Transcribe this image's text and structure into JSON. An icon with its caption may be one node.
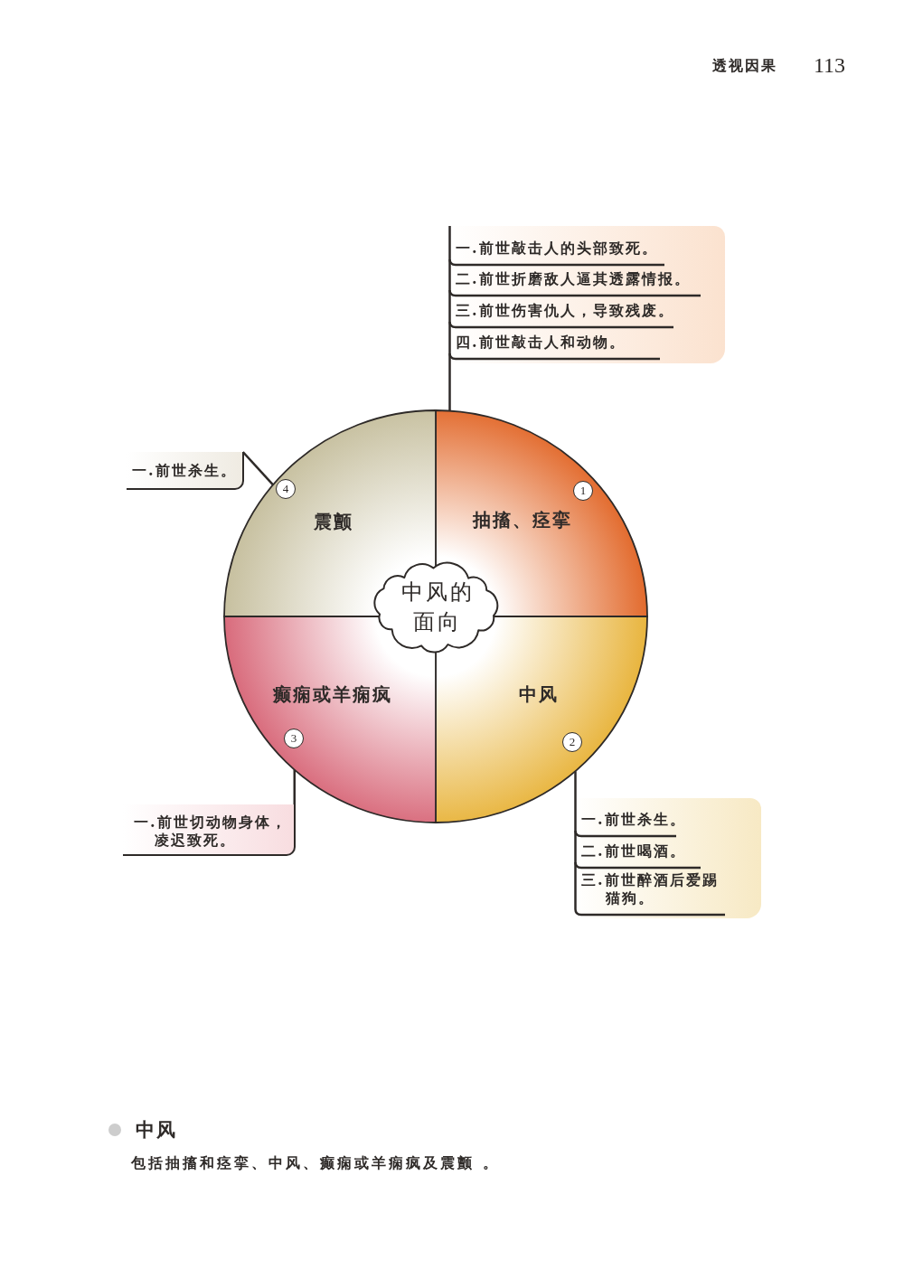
{
  "diagram": {
    "nodes": [
      {
        "text": [
          "中风的面向"
        ]
      },
      {
        "text": [
          "抽搐、痉挛"
        ]
      },
      {
        "text": [
          "1"
        ],
        "in": 1
      },
      {
        "text": [
          "中风"
        ]
      },
      {
        "text": [
          "2"
        ],
        "in": 3
      },
      {
        "text": [
          "癫痫或羊痫疯"
        ]
      },
      {
        "text": [
          "3"
        ],
        "in": 5
      },
      {
        "text": [
          "震颤"
        ]
      },
      {
        "text": [
          "4"
        ],
        "in": 7
      },
      {
        "text": [
          "一.前世敲击人的头部致死。",
          "二.前世折磨敌人逼其透露情报。",
          "三.前世伤害仇人，导致残废。",
          "四.前世敲击人和动物。"
        ]
      },
      {
        "text": [
          "一.前世杀生。",
          "二.前世喝酒。",
          "三.前世醉酒后爱踢猫狗。"
        ]
      },
      {
        "text": [
          "一.前世切动物身体，凌迟致死。"
        ]
      },
      {
        "text": [
          "一.前世杀生。"
        ]
      }
    ],
    "edges": [
      {
        "from": 1,
        "to": 9,
        "arrow": "none"
      },
      {
        "from": 3,
        "to": 10,
        "arrow": "none"
      },
      {
        "from": 5,
        "to": 11,
        "arrow": "none"
      },
      {
        "from": 7,
        "to": 12,
        "arrow": "none"
      }
    ],
    "labels": [
      "透视因果",
      "113",
      "中风",
      "包括抽搐和痉挛、中风、癫痫或羊痫疯及震颤 。"
    ]
  }
}
